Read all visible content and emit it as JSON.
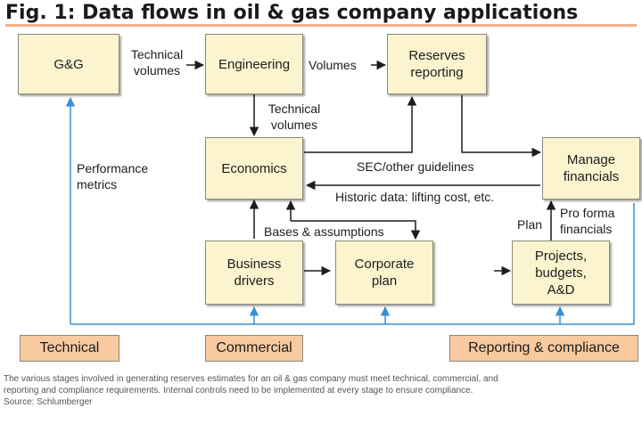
{
  "title": "Fig. 1: Data flows in oil & gas company applications",
  "boxes": {
    "gg": "G&G",
    "engineering": "Engineering",
    "reserves": [
      "Reserves",
      "reporting"
    ],
    "economics": "Economics",
    "manage": [
      "Manage",
      "financials"
    ],
    "business": [
      "Business",
      "drivers"
    ],
    "corporate": [
      "Corporate",
      "plan"
    ],
    "projects": [
      "Projects,",
      "budgets,",
      "A&D"
    ]
  },
  "categories": {
    "technical": "Technical",
    "commercial": "Commercial",
    "reporting": "Reporting & compliance"
  },
  "labels": {
    "tech_volumes_1": [
      "Technical",
      "volumes"
    ],
    "volumes": "Volumes",
    "tech_volumes_2": [
      "Technical",
      "volumes"
    ],
    "performance": [
      "Performance",
      "metrics"
    ],
    "sec": "SEC/other guidelines",
    "historic": "Historic data: lifting cost, etc.",
    "bases": "Bases & assumptions",
    "plan": "Plan",
    "pro_forma": [
      "Pro forma",
      "financials"
    ]
  },
  "caption": [
    "The various stages involved in generating reserves estimates for an oil & gas company must meet technical, commercial, and",
    "reporting and compliance requirements. Internal controls need to be implemented at every stage to ensure compliance.",
    "Source: Schlumberger"
  ],
  "colors": {
    "box_fill": "#fbf4cf",
    "category_fill": "#f9c9a0",
    "blue_line": "#3b8fd0",
    "title_rule": "#f5b08a"
  }
}
